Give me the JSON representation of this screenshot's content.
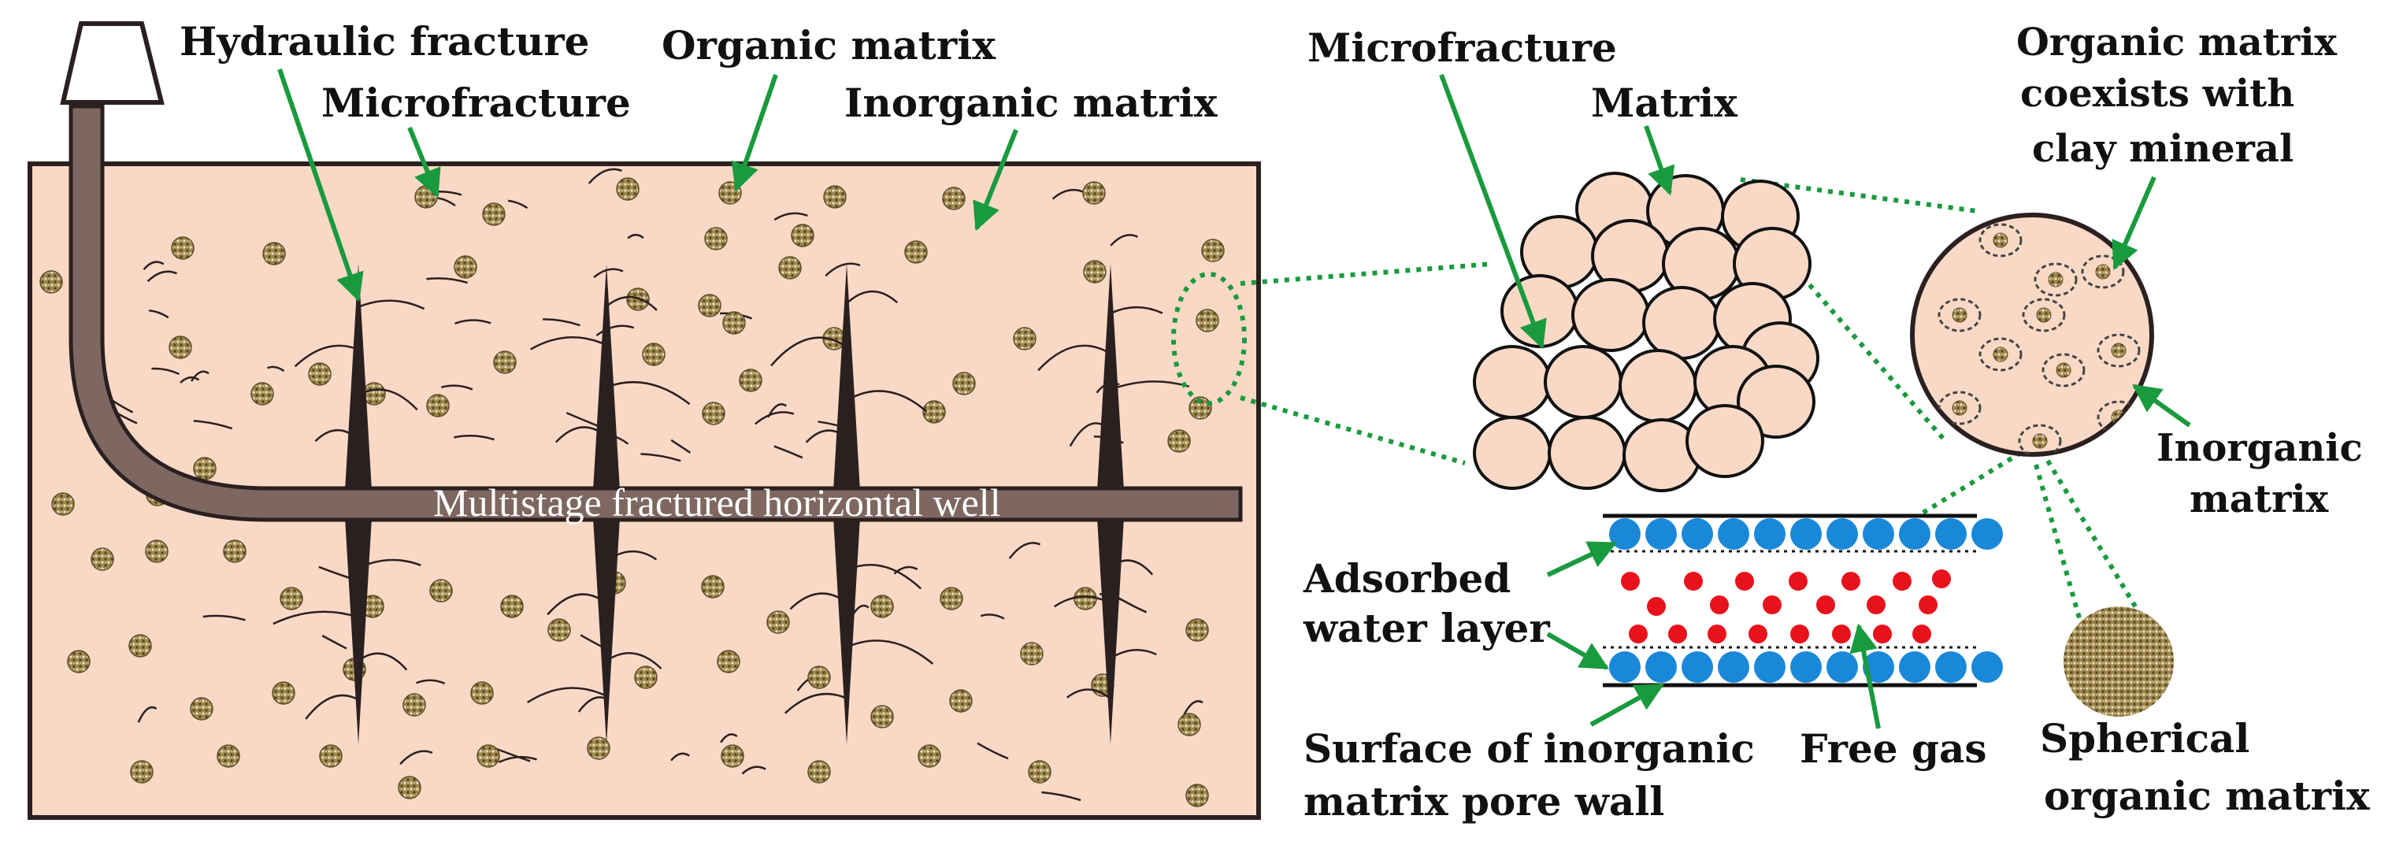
{
  "colors": {
    "reservoir_fill": "#f9d9c6",
    "reservoir_border": "#2b2020",
    "well": "#7d6760",
    "fracture": "#2b2020",
    "arrow": "#1a9a3e",
    "zoom_line": "#1a9a3e",
    "water": "#1a88d9",
    "gas": "#e8121c",
    "organic_ball": "#8a7640"
  },
  "labels": {
    "hydraulic_fracture": "Hydraulic fracture",
    "microfracture_left": "Microfracture",
    "organic_matrix_top": "Organic matrix",
    "inorganic_matrix_top": "Inorganic matrix",
    "well_label": "Multistage fractured horizontal well",
    "microfracture_mid": "Microfracture",
    "matrix": "Matrix",
    "organic_coexist_line1": "Organic matrix",
    "organic_coexist_line2": "coexists with",
    "organic_coexist_line3": "clay mineral",
    "inorganic_right_line1": "Inorganic",
    "inorganic_right_line2": "matrix",
    "adsorbed_line1": "Adsorbed",
    "adsorbed_line2": "water layer",
    "surface_line1": "Surface of inorganic",
    "surface_line2": "matrix pore wall",
    "free_gas": "Free gas",
    "spherical_line1": "Spherical",
    "spherical_line2": "organic matrix"
  }
}
